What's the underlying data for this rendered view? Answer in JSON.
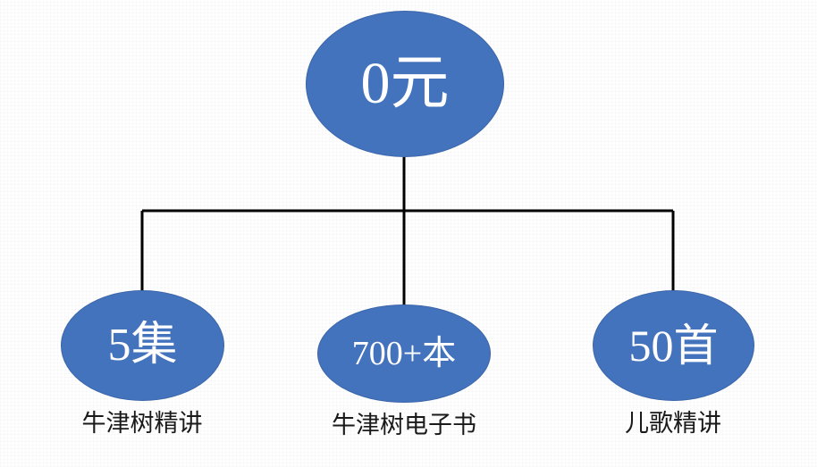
{
  "diagram": {
    "type": "organization-tree",
    "background_color": "#ffffff",
    "node_fill_color": "#4473BE",
    "node_border_color": "#3A65A8",
    "node_text_color": "#FFFFFF",
    "connector_color": "#000000",
    "caption_text_color": "#1A1A1A",
    "root": {
      "label": "0元"
    },
    "children": [
      {
        "label": "5集",
        "caption": "牛津树精讲"
      },
      {
        "label": "700+本",
        "caption": "牛津树电子书"
      },
      {
        "label": "50首",
        "caption": "儿歌精讲"
      }
    ]
  }
}
